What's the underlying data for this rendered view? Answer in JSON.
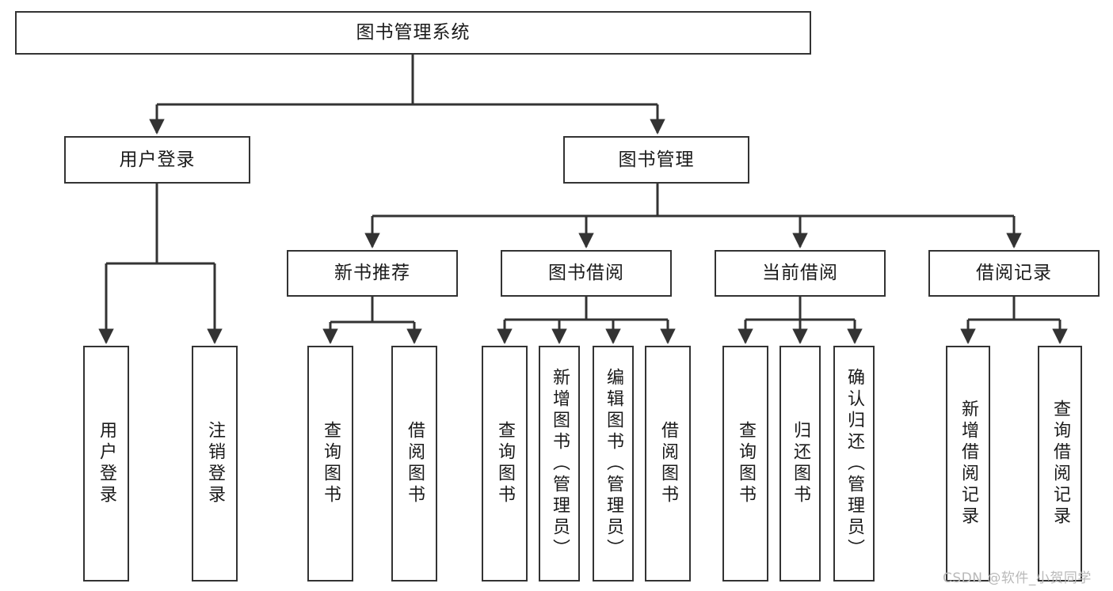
{
  "diagram": {
    "title": "图书管理系统",
    "type": "tree-hierarchy",
    "root": {
      "id": "root",
      "label": "图书管理系统"
    },
    "level2": [
      {
        "id": "user-login",
        "label": "用户登录"
      },
      {
        "id": "book-management",
        "label": "图书管理"
      }
    ],
    "level3": [
      {
        "id": "new-book-recommend",
        "label": "新书推荐",
        "parent": "book-management"
      },
      {
        "id": "book-borrow",
        "label": "图书借阅",
        "parent": "book-management"
      },
      {
        "id": "current-borrow",
        "label": "当前借阅",
        "parent": "book-management"
      },
      {
        "id": "borrow-record",
        "label": "借阅记录",
        "parent": "book-management"
      }
    ],
    "leaves": [
      {
        "id": "leaf-1",
        "label": "用户登录",
        "parent": "user-login"
      },
      {
        "id": "leaf-2",
        "label": "注销登录",
        "parent": "user-login"
      },
      {
        "id": "leaf-3",
        "label": "查询图书",
        "parent": "new-book-recommend"
      },
      {
        "id": "leaf-4",
        "label": "借阅图书",
        "parent": "new-book-recommend"
      },
      {
        "id": "leaf-5",
        "label": "查询图书",
        "parent": "book-borrow"
      },
      {
        "id": "leaf-6",
        "label": "新增图书（管理员）",
        "parent": "book-borrow"
      },
      {
        "id": "leaf-7",
        "label": "编辑图书（管理员）",
        "parent": "book-borrow"
      },
      {
        "id": "leaf-8",
        "label": "借阅图书",
        "parent": "book-borrow"
      },
      {
        "id": "leaf-9",
        "label": "查询图书",
        "parent": "current-borrow"
      },
      {
        "id": "leaf-10",
        "label": "归还图书",
        "parent": "current-borrow"
      },
      {
        "id": "leaf-11",
        "label": "确认归还（管理员）",
        "parent": "current-borrow"
      },
      {
        "id": "leaf-12",
        "label": "新增借阅记录",
        "parent": "borrow-record"
      },
      {
        "id": "leaf-13",
        "label": "查询借阅记录",
        "parent": "borrow-record"
      }
    ]
  },
  "watermark": {
    "text": "CSDN @软件_小贺同学"
  },
  "colors": {
    "box_border": "#333333",
    "box_fill": "#ffffff",
    "edge": "#333333",
    "text": "#1a1a1a",
    "watermark": "#b9b9b9",
    "background": "#ffffff"
  }
}
